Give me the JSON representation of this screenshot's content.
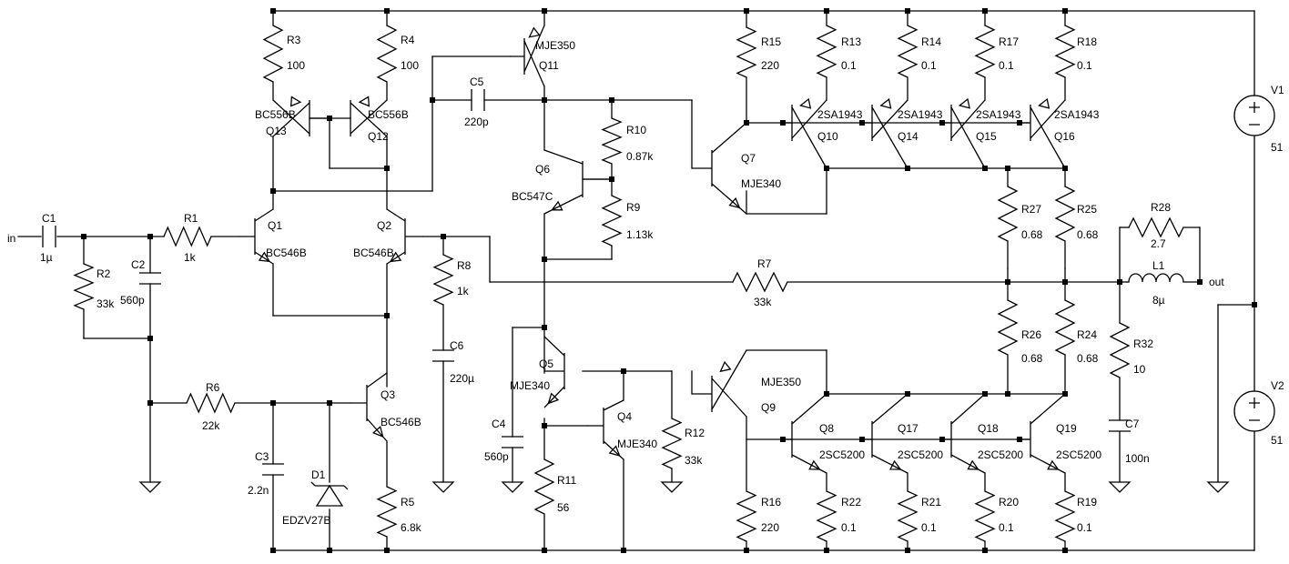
{
  "nets": {
    "input": "in",
    "output": "out"
  },
  "resistors": [
    {
      "ref": "R1",
      "value": "1k"
    },
    {
      "ref": "R2",
      "value": "33k"
    },
    {
      "ref": "R3",
      "value": "100"
    },
    {
      "ref": "R4",
      "value": "100"
    },
    {
      "ref": "R5",
      "value": "6.8k"
    },
    {
      "ref": "R6",
      "value": "22k"
    },
    {
      "ref": "R7",
      "value": "33k"
    },
    {
      "ref": "R8",
      "value": "1k"
    },
    {
      "ref": "R9",
      "value": "1.13k"
    },
    {
      "ref": "R10",
      "value": "0.87k"
    },
    {
      "ref": "R11",
      "value": "56"
    },
    {
      "ref": "R12",
      "value": "33k"
    },
    {
      "ref": "R13",
      "value": "0.1"
    },
    {
      "ref": "R14",
      "value": "0.1"
    },
    {
      "ref": "R15",
      "value": "220"
    },
    {
      "ref": "R16",
      "value": "220"
    },
    {
      "ref": "R17",
      "value": "0.1"
    },
    {
      "ref": "R18",
      "value": "0.1"
    },
    {
      "ref": "R19",
      "value": "0.1"
    },
    {
      "ref": "R20",
      "value": "0.1"
    },
    {
      "ref": "R21",
      "value": "0.1"
    },
    {
      "ref": "R22",
      "value": "0.1"
    },
    {
      "ref": "R24",
      "value": "0.68"
    },
    {
      "ref": "R25",
      "value": "0.68"
    },
    {
      "ref": "R26",
      "value": "0.68"
    },
    {
      "ref": "R27",
      "value": "0.68"
    },
    {
      "ref": "R28",
      "value": "2.7"
    },
    {
      "ref": "R32",
      "value": "10"
    }
  ],
  "capacitors": [
    {
      "ref": "C1",
      "value": "1µ"
    },
    {
      "ref": "C2",
      "value": "560p"
    },
    {
      "ref": "C3",
      "value": "2.2n"
    },
    {
      "ref": "C4",
      "value": "560p"
    },
    {
      "ref": "C5",
      "value": "220p"
    },
    {
      "ref": "C6",
      "value": "220µ"
    },
    {
      "ref": "C7",
      "value": "100n"
    }
  ],
  "inductors": [
    {
      "ref": "L1",
      "value": "8µ"
    }
  ],
  "diodes": [
    {
      "ref": "D1",
      "value": "EDZV27B"
    }
  ],
  "sources": [
    {
      "ref": "V1",
      "value": "51"
    },
    {
      "ref": "V2",
      "value": "51"
    }
  ],
  "transistors": [
    {
      "ref": "Q1",
      "model": "BC546B"
    },
    {
      "ref": "Q2",
      "model": "BC546B"
    },
    {
      "ref": "Q3",
      "model": "BC546B"
    },
    {
      "ref": "Q4",
      "model": "MJE340"
    },
    {
      "ref": "Q5",
      "model": "MJE340"
    },
    {
      "ref": "Q6",
      "model": "BC547C"
    },
    {
      "ref": "Q7",
      "model": "MJE340"
    },
    {
      "ref": "Q8",
      "model": "2SC5200"
    },
    {
      "ref": "Q9",
      "model": "MJE350"
    },
    {
      "ref": "Q10",
      "model": "2SA1943"
    },
    {
      "ref": "Q11",
      "model": "MJE350"
    },
    {
      "ref": "Q12",
      "model": "BC556B"
    },
    {
      "ref": "Q13",
      "model": "BC556B"
    },
    {
      "ref": "Q14",
      "model": "2SA1943"
    },
    {
      "ref": "Q15",
      "model": "2SA1943"
    },
    {
      "ref": "Q16",
      "model": "2SA1943"
    },
    {
      "ref": "Q17",
      "model": "2SC5200"
    },
    {
      "ref": "Q18",
      "model": "2SC5200"
    },
    {
      "ref": "Q19",
      "model": "2SC5200"
    }
  ]
}
